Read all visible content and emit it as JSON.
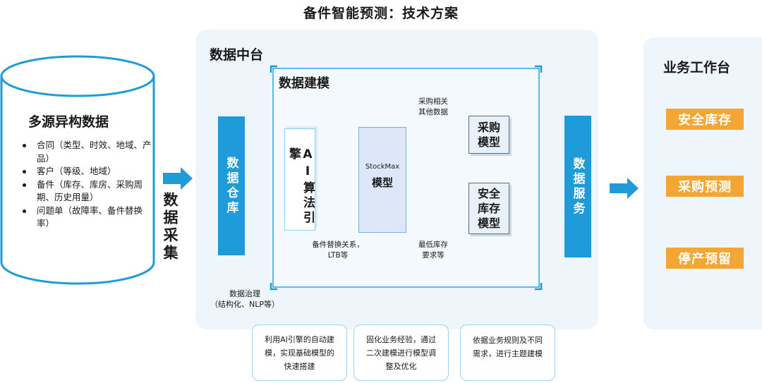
{
  "title": "备件智能预测：技术方案",
  "source": {
    "title": "多源异构数据",
    "items": [
      "合同（类型、时效、地域、产品）",
      "客户（等级、地域）",
      "备件（库存、库房、采购周期、历史用量）",
      "问题单（故障率、备件替换率）"
    ]
  },
  "collect_label": "数据采集",
  "middle": {
    "title": "数据中台",
    "warehouse": "数据仓库",
    "governance_line1": "数据治理",
    "governance_line2": "（结构化、NLP等）",
    "modeling_title": "数据建模",
    "ai_engine": "AI算法引擎",
    "stockmax_line1": "StockMax",
    "stockmax_line2": "模型",
    "purchase_data_line1": "采购相关",
    "purchase_data_line2": "其他数据",
    "replace_line1": "备件替换关系，",
    "replace_line2": "LTB等",
    "min_stock_line1": "最低库存",
    "min_stock_line2": "要求等",
    "purchase_model_line1": "采购",
    "purchase_model_line2": "模型",
    "safety_model_line1": "安全",
    "safety_model_line2": "库存",
    "safety_model_line3": "模型",
    "service": "数据服务"
  },
  "notes": [
    {
      "line1": "利用AI引擎的自动建",
      "line2": "模，实现基础模型的",
      "line3": "快速搭建"
    },
    {
      "line1": "固化业务经验，通过",
      "line2": "二次建模进行模型调",
      "line3": "整及优化"
    },
    {
      "line1": "依据业务规则及不同",
      "line2": "需求，进行主题建模"
    }
  ],
  "workbench": {
    "title": "业务工作台",
    "items": [
      "安全库存",
      "采购预测",
      "停产预留"
    ]
  },
  "colors": {
    "primary_blue": "#1f9bd9",
    "orange_tag": "#f3a633",
    "panel_bg": "#eef5fb"
  }
}
